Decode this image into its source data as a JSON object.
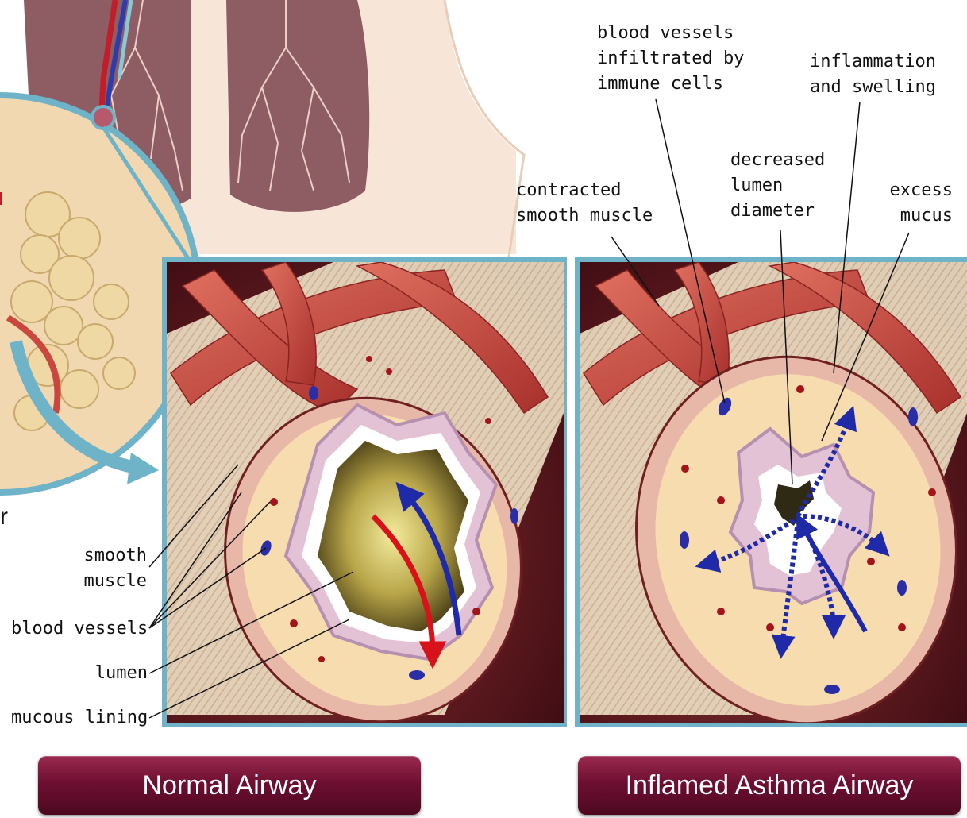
{
  "left_labels": {
    "smooth_muscle": "smooth\nmuscle",
    "blood_vessels": "blood vessels",
    "lumen": "lumen",
    "mucous_lining": "mucous lining"
  },
  "right_labels": {
    "blood_vessels_infiltrated": "blood vessels\ninfiltrated by\nimmune cells",
    "inflammation": "inflammation\nand swelling",
    "decreased_lumen": "decreased\nlumen\ndiameter",
    "contracted_muscle": "contracted\nsmooth muscle",
    "excess_mucus": "excess\nmucus"
  },
  "stray_text": "r",
  "buttons": {
    "normal": "Normal Airway",
    "asthma": "Inflamed Asthma Airway"
  },
  "colors": {
    "frame": "#6fb3c8",
    "wall": "#f6dcae",
    "muscle": "#c9473f",
    "background": "#5e1a1f",
    "vessel_red": "#a3131a",
    "vessel_blue": "#2a2ea6",
    "button": "#6e0f31"
  }
}
